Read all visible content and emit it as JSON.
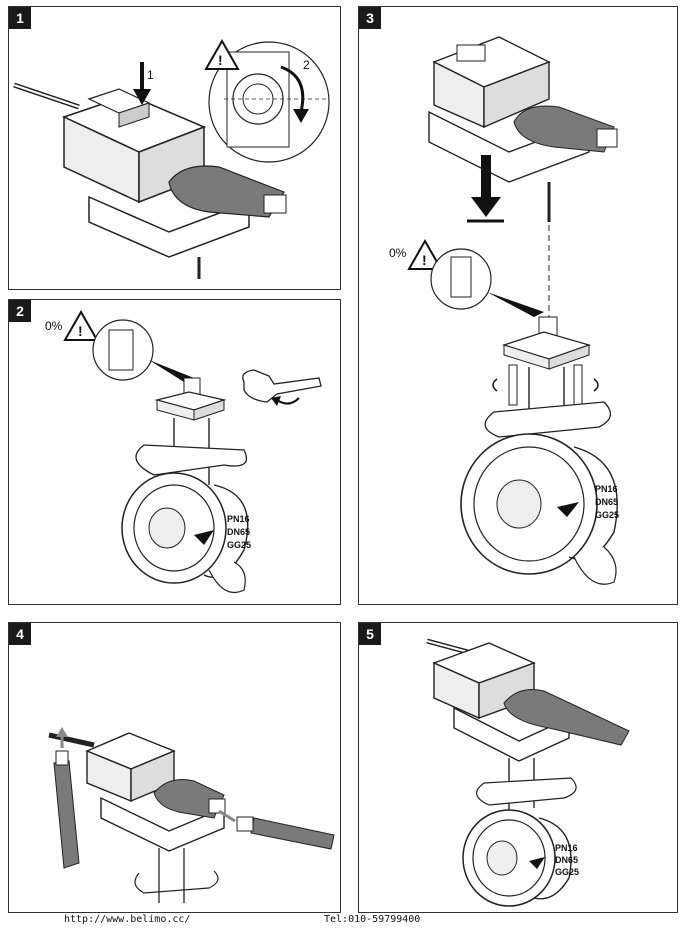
{
  "steps": [
    {
      "number": "1",
      "callouts": [
        "1",
        "2"
      ]
    },
    {
      "number": "2",
      "position_label": "0%"
    },
    {
      "number": "3",
      "position_label": "0%"
    },
    {
      "number": "4"
    },
    {
      "number": "5"
    }
  ],
  "valve_marking": [
    "PN16",
    "DN65",
    "GG25"
  ],
  "footer": {
    "url": "http://www.belimo.cc/",
    "tel": "Tel:010-59799400"
  },
  "colors": {
    "outline": "#1a1a1a",
    "grey": "#7a7a7a",
    "light": "#d9d9d9"
  }
}
